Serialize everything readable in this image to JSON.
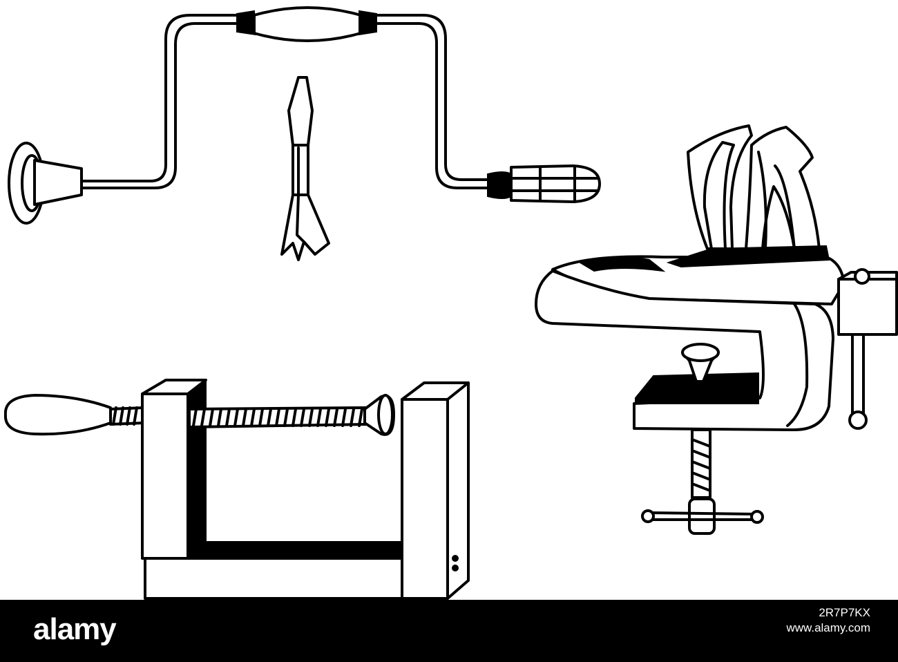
{
  "watermark": {
    "logo": "alamy",
    "image_id": "2R7P7KX",
    "url": "www.alamy.com"
  },
  "colors": {
    "ink": "#000000",
    "paper": "#ffffff",
    "footer_bg": "#000000",
    "footer_text": "#ffffff"
  },
  "illustrations": [
    {
      "name": "hand-brace-drill",
      "label": ""
    },
    {
      "name": "auger-bit",
      "label": ""
    },
    {
      "name": "bench-vise",
      "label": ""
    },
    {
      "name": "wooden-clamp",
      "label": ""
    }
  ]
}
